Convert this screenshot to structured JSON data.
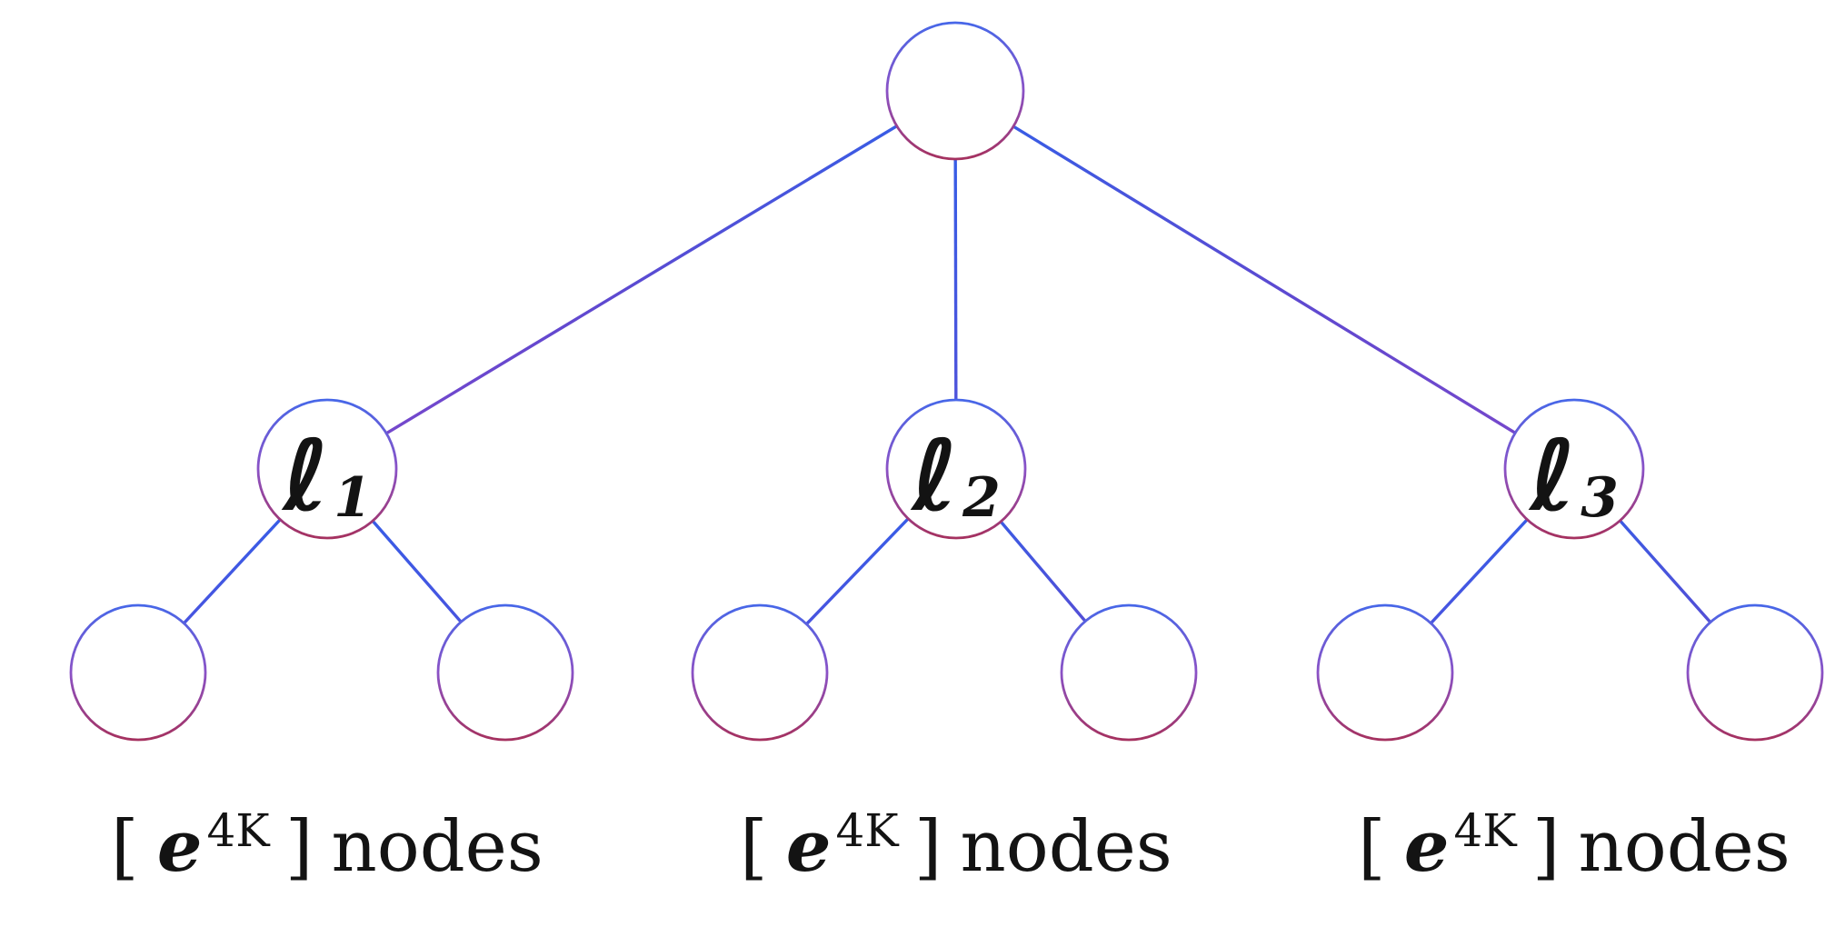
{
  "diagram": {
    "kind": "tree",
    "root": {
      "label": ""
    },
    "internal_nodes": [
      {
        "symbol": "ℓ",
        "subscript": "1"
      },
      {
        "symbol": "ℓ",
        "subscript": "2"
      },
      {
        "symbol": "ℓ",
        "subscript": "3"
      }
    ],
    "leaves_per_internal_node": 2,
    "captions": [
      {
        "open": "[",
        "base": "e",
        "superscript": "4K",
        "close": "]",
        "suffix": "nodes"
      },
      {
        "open": "[",
        "base": "e",
        "superscript": "4K",
        "close": "]",
        "suffix": "nodes"
      },
      {
        "open": "[",
        "base": "e",
        "superscript": "4K",
        "close": "]",
        "suffix": "nodes"
      }
    ],
    "colors": {
      "background": "#ffffff",
      "edge_blue": "#3160e9",
      "edge_indigo": "#5e49d0",
      "edge_violet": "#7b47cb",
      "node_stroke_top": "#4767e8",
      "node_stroke_mid": "#8a52c6",
      "node_stroke_bottom": "#a5315f",
      "node_fill": "#ffffff",
      "text": "#131313"
    }
  }
}
